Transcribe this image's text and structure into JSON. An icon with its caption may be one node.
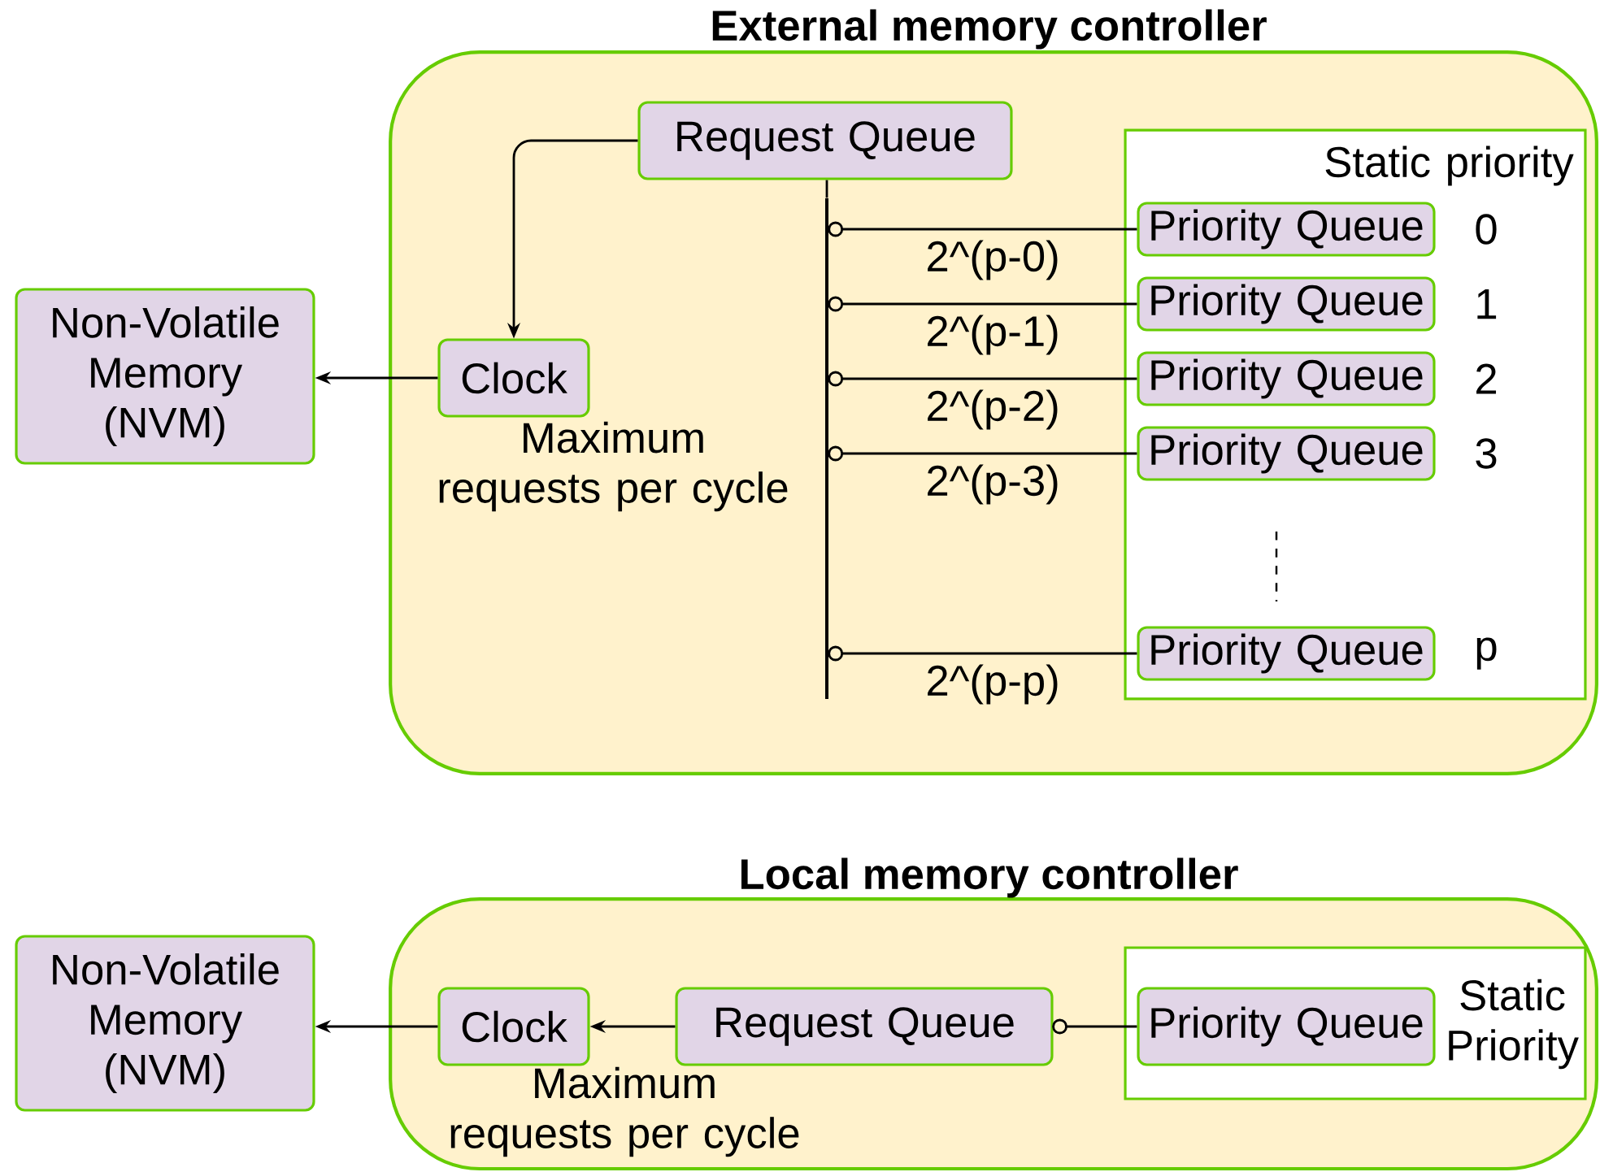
{
  "diagram": {
    "nodes": [
      {
        "text": [
          "External memory controller"
        ]
      },
      {
        "text": [
          "Non-Volatile Memory (NVM)"
        ]
      },
      {
        "text": [
          "Request Queue"
        ],
        "in": 0
      },
      {
        "text": [
          "Clock"
        ],
        "in": 0,
        "beside": [
          "Maximum requests per cycle"
        ]
      },
      {
        "text": [],
        "shape": "bar",
        "in": 0
      },
      {
        "text": [
          "Static priority"
        ],
        "in": 0
      },
      {
        "text": [
          "Priority Queue"
        ],
        "in": 5,
        "beside": [
          "0"
        ]
      },
      {
        "text": [
          "Priority Queue"
        ],
        "in": 5,
        "beside": [
          "1"
        ]
      },
      {
        "text": [
          "Priority Queue"
        ],
        "in": 5,
        "beside": [
          "2"
        ]
      },
      {
        "text": [
          "Priority Queue"
        ],
        "in": 5,
        "beside": [
          "3"
        ]
      },
      {
        "text": [
          "Priority Queue"
        ],
        "in": 5,
        "beside": [
          "p"
        ]
      },
      {
        "text": [
          "Local memory controller"
        ]
      },
      {
        "text": [
          "Non-Volatile Memory (NVM)"
        ]
      },
      {
        "text": [
          "Clock"
        ],
        "in": 11,
        "beside": [
          "Maximum requests per cycle"
        ]
      },
      {
        "text": [
          "Request Queue"
        ],
        "in": 11
      },
      {
        "text": [
          "Static Priority"
        ],
        "in": 11
      },
      {
        "text": [
          "Priority Queue"
        ],
        "in": 15
      }
    ],
    "edges": [
      {
        "from": 3,
        "to": 1,
        "arrow": "to"
      },
      {
        "from": 2,
        "to": 3,
        "arrow": "to"
      },
      {
        "from": 2,
        "to": 4,
        "arrow": "none"
      },
      {
        "from": 6,
        "to": 4,
        "arrow": "other",
        "label": "2^(p-0)"
      },
      {
        "from": 7,
        "to": 4,
        "arrow": "other",
        "label": "2^(p-1)"
      },
      {
        "from": 8,
        "to": 4,
        "arrow": "other",
        "label": "2^(p-2)"
      },
      {
        "from": 9,
        "to": 4,
        "arrow": "other",
        "label": "2^(p-3)"
      },
      {
        "from": 10,
        "to": 4,
        "arrow": "other",
        "label": "2^(p-p)"
      },
      {
        "from": 13,
        "to": 12,
        "arrow": "to"
      },
      {
        "from": 14,
        "to": 13,
        "arrow": "to"
      },
      {
        "from": 16,
        "to": 14,
        "arrow": "other"
      }
    ]
  }
}
